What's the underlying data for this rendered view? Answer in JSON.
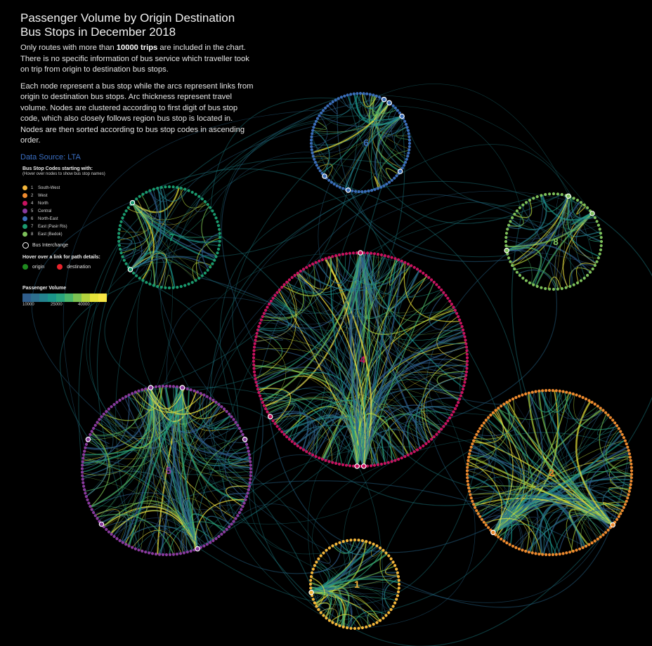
{
  "title_line1": "Passenger Volume by Origin Destination",
  "title_line2": "Bus Stops in December 2018",
  "para1_pre": "Only routes with more than ",
  "para1_bold": "10000 trips",
  "para1_post": " are included in the chart. There is no specific information of bus service which traveller took on trip from origin to destination bus stops.",
  "para2": "Each node represent a bus stop while the arcs represent links from origin to destination bus stops. Arc thickness represent travel volume. Nodes are clustered according to first digit of bus stop code, which also closely follows region bus stop is located in. Nodes are then sorted according to bus stop codes in ascending order.",
  "data_source": "Data Source: LTA",
  "legend": {
    "title": "Bus Stop Codes starting with:",
    "subtitle": "(Hover over nodes to show bus stop names)",
    "items": [
      {
        "code": "1",
        "label": "South-West",
        "color": "#f4b63a"
      },
      {
        "code": "2",
        "label": "West",
        "color": "#ee8a2e"
      },
      {
        "code": "4",
        "label": "North",
        "color": "#c8125f"
      },
      {
        "code": "5",
        "label": "Central",
        "color": "#8a3a9e"
      },
      {
        "code": "6",
        "label": "North-East",
        "color": "#3a6db8"
      },
      {
        "code": "7",
        "label": "East (Pasir Ris)",
        "color": "#1a9a6e"
      },
      {
        "code": "8",
        "label": "East (Bedok)",
        "color": "#7dc05a"
      }
    ],
    "interchange_label": "Bus Interchange",
    "hover_link": "Hover over a link for path details:",
    "origin_label": "origin",
    "origin_color": "#1f8a1f",
    "destination_label": "destination",
    "destination_color": "#e8222b",
    "volume_title": "Passenger Volume",
    "volume_colors": [
      "#2f5d8c",
      "#2d6f8e",
      "#23828e",
      "#1b958a",
      "#2aa57e",
      "#4bb56a",
      "#7cc352",
      "#b2d33d",
      "#e6e33a",
      "#f7e745"
    ],
    "volume_ticks": [
      "10000",
      "25000",
      "40000"
    ]
  },
  "chart_data": {
    "type": "network",
    "clusters": [
      {
        "id": "1",
        "region": "South-West",
        "color": "#f4b63a",
        "nodes": 72
      },
      {
        "id": "2",
        "region": "West",
        "color": "#ee8a2e",
        "nodes": 150
      },
      {
        "id": "4",
        "region": "North",
        "color": "#c8125f",
        "nodes": 190
      },
      {
        "id": "5",
        "region": "Central",
        "color": "#8a3a9e",
        "nodes": 150
      },
      {
        "id": "6",
        "region": "North-East",
        "color": "#3a6db8",
        "nodes": 95
      },
      {
        "id": "7",
        "region": "East (Pasir Ris)",
        "color": "#1a9a6e",
        "nodes": 80
      },
      {
        "id": "8",
        "region": "East (Bedok)",
        "color": "#7dc05a",
        "nodes": 72
      }
    ],
    "min_trips": 10000,
    "volume_scale": [
      10000,
      25000,
      40000
    ]
  }
}
